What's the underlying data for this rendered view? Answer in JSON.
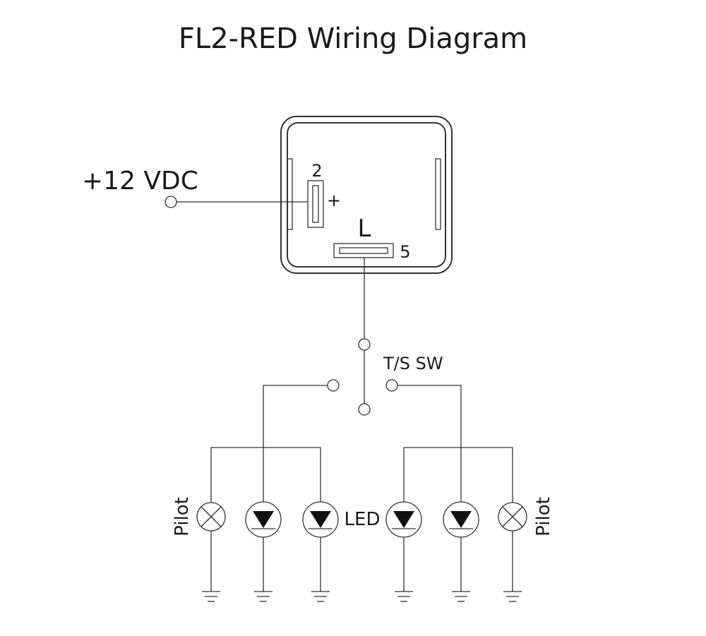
{
  "title": "FL2-RED Wiring Diagram",
  "supply_label": "+12 VDC",
  "relay": {
    "pin_2_label": "2",
    "pin_2_polarity": "+",
    "load_label": "L",
    "pin_5_label": "5"
  },
  "switch_label": "T/S SW",
  "lamps": {
    "left_pilot_label": "Pilot",
    "right_pilot_label": "Pilot",
    "led_label": "LED"
  },
  "colors": {
    "line": "#333333",
    "text": "#1a1a1a",
    "background": "#ffffff"
  }
}
